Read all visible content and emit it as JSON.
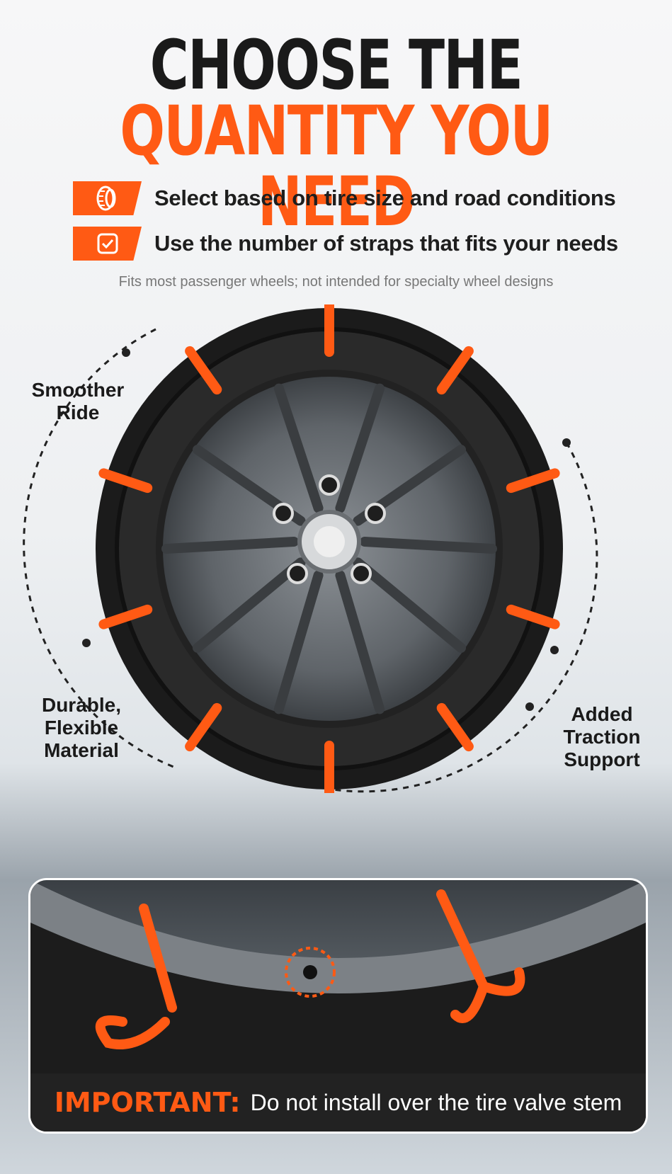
{
  "headline": {
    "line1": "CHOOSE THE",
    "line2": "QUANTITY YOU NEED"
  },
  "features": [
    {
      "icon": "tire-icon",
      "text": "Select based on tire size and road conditions"
    },
    {
      "icon": "checkbox-icon",
      "text": "Use the number of straps that fits your needs"
    }
  ],
  "note": "Fits most passenger wheels; not intended for specialty wheel designs",
  "callouts": {
    "left_top": "Smoother\nRide",
    "left_bottom": "Durable,\nFlexible\nMaterial",
    "right_bottom": "Added\nTraction\nSupport"
  },
  "important": {
    "label": "IMPORTANT:",
    "text": "Do not install over the tire valve stem"
  },
  "colors": {
    "accent": "#ff5a14",
    "dark": "#1a1a1a"
  }
}
